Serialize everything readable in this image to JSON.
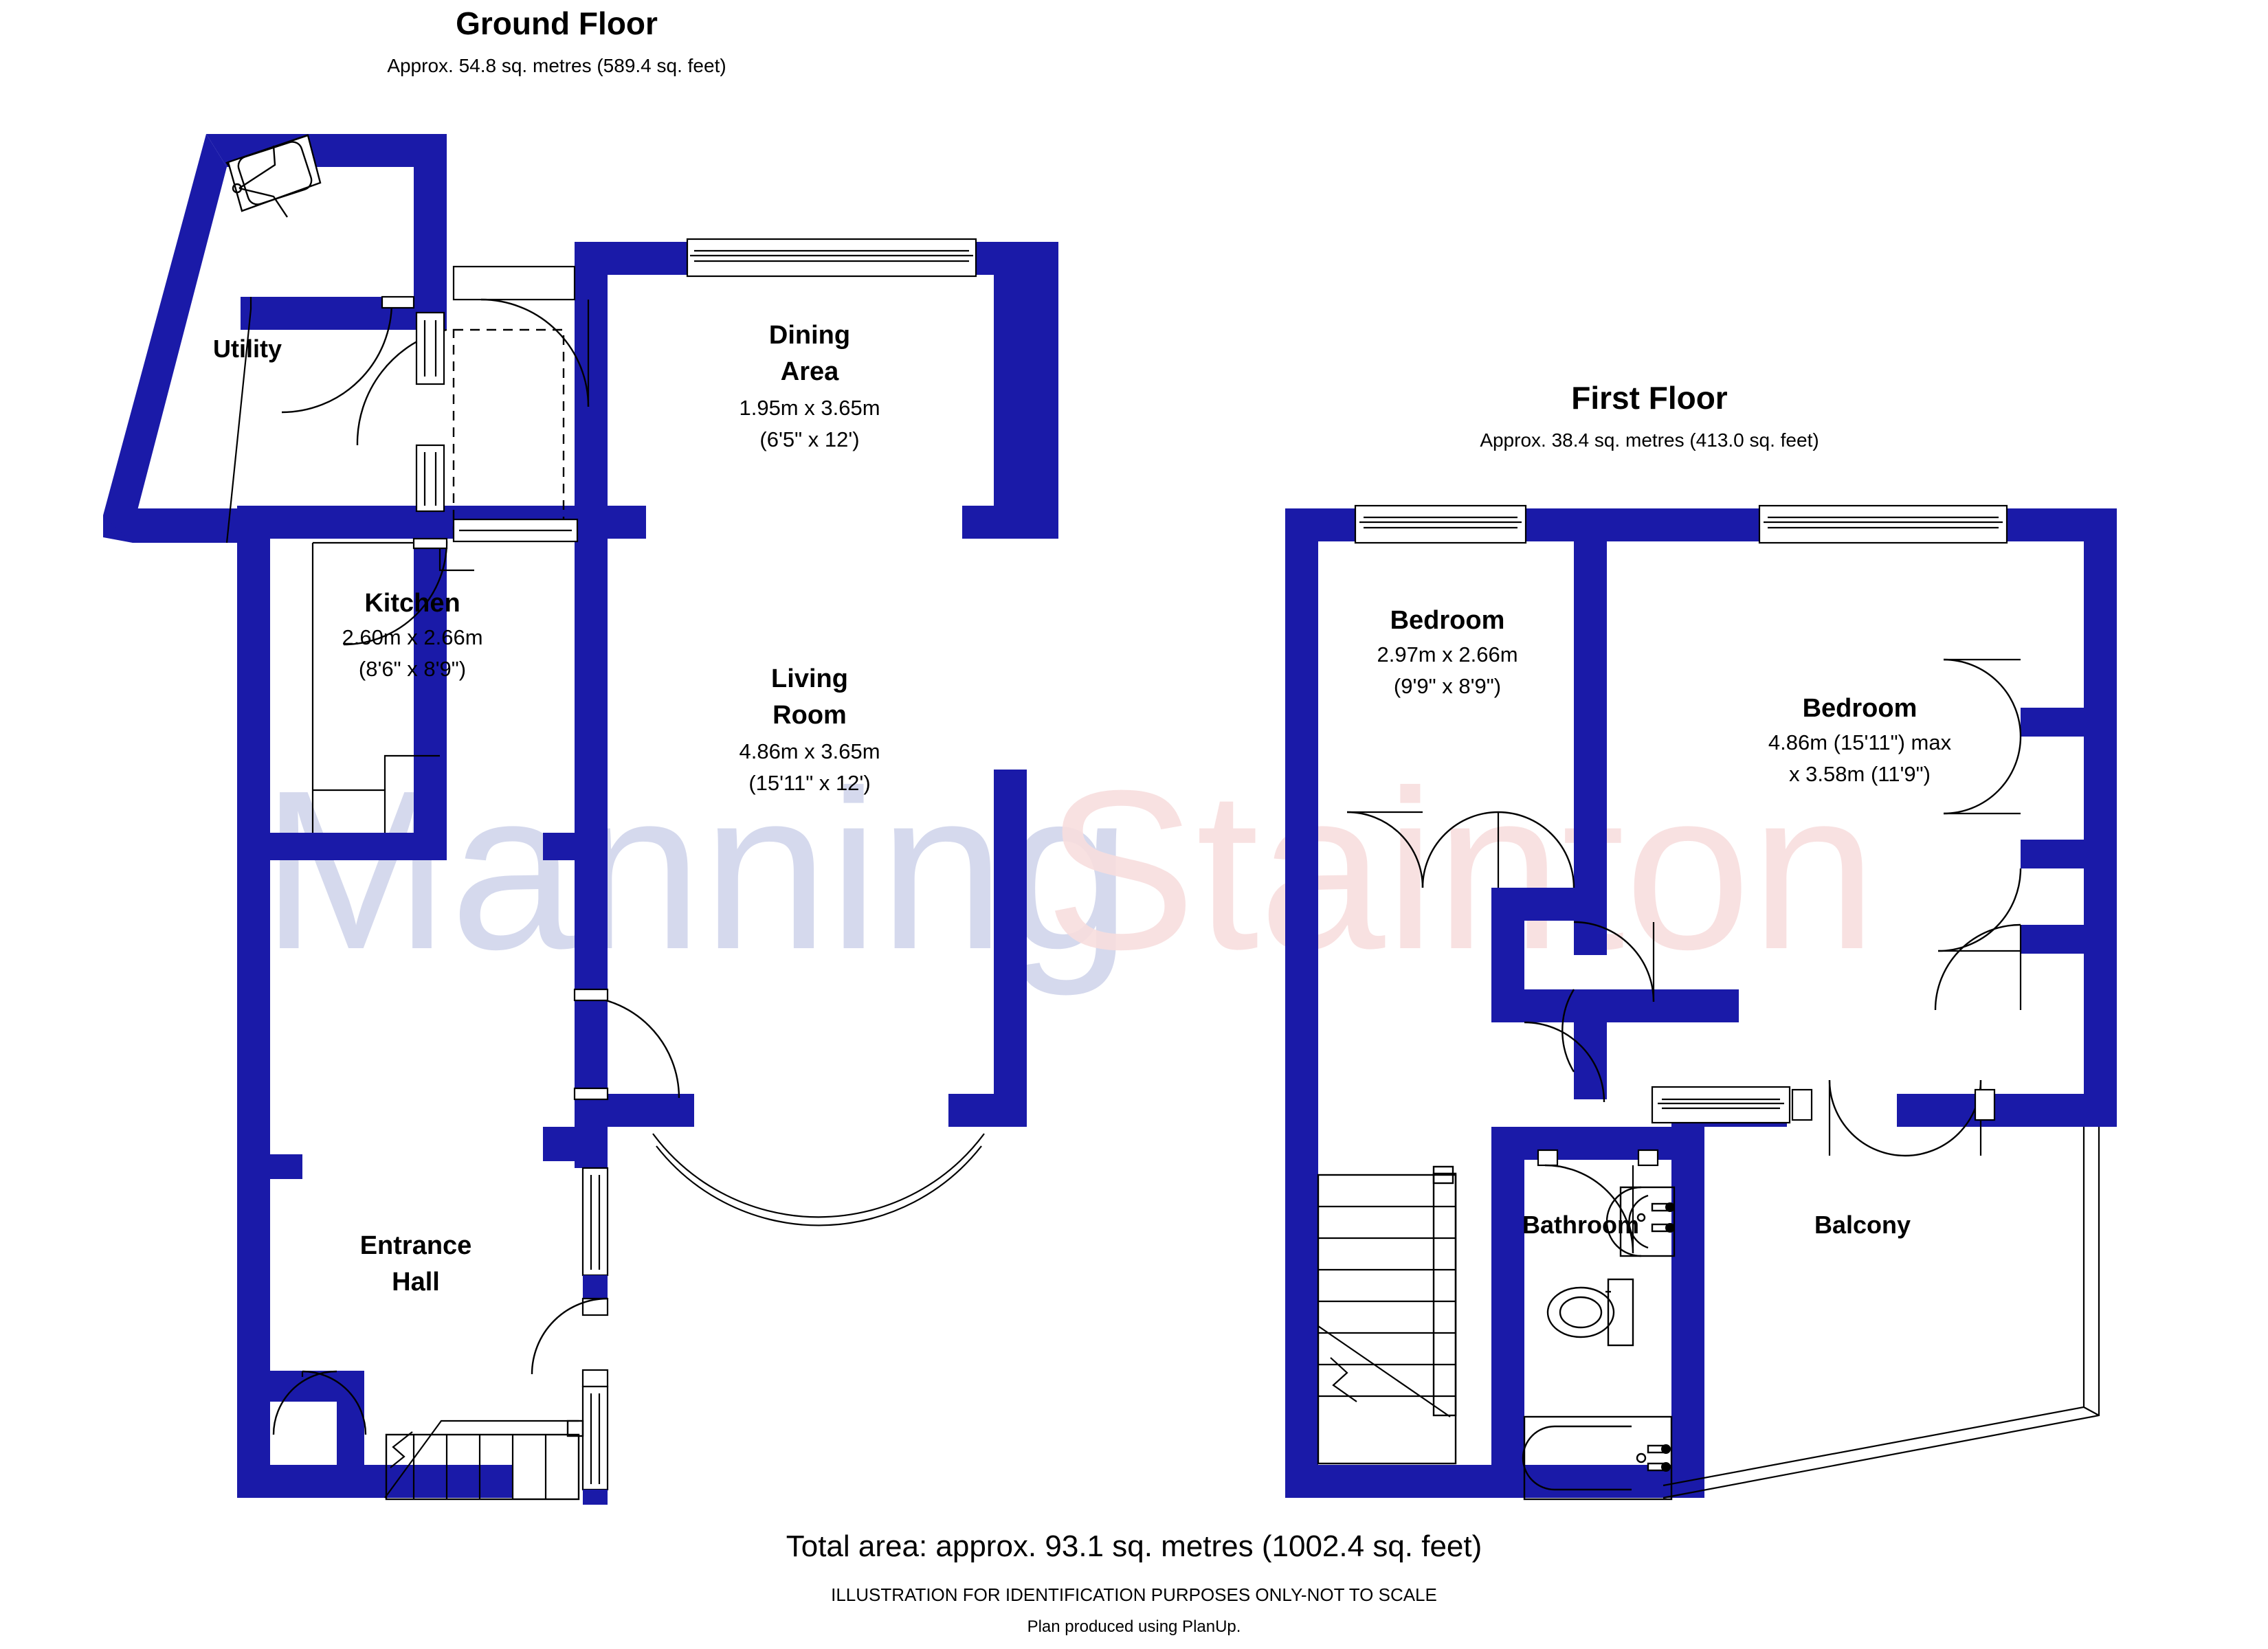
{
  "document": {
    "kind": "floor-plan",
    "watermark": {
      "part1": "Manning",
      "part2": "Stainton"
    }
  },
  "floors": [
    {
      "id": "ground",
      "title": "Ground Floor",
      "area_note": "Approx. 54.8 sq. metres (589.4 sq. feet)",
      "rooms": [
        {
          "name": "Utility",
          "dim_m": "",
          "dim_ft": ""
        },
        {
          "name": "Dining\nArea",
          "name_line1": "Dining",
          "name_line2": "Area",
          "dim_m": "1.95m x 3.65m",
          "dim_ft": "(6'5\" x 12')"
        },
        {
          "name": "Kitchen",
          "dim_m": "2.60m x 2.66m",
          "dim_ft": "(8'6\" x 8'9\")"
        },
        {
          "name": "Living Room",
          "name_line1": "Living",
          "name_line2": "Room",
          "dim_m": "4.86m x 3.65m",
          "dim_ft": "(15'11\" x 12')"
        },
        {
          "name": "Entrance Hall",
          "name_line1": "Entrance",
          "name_line2": "Hall",
          "dim_m": "",
          "dim_ft": ""
        }
      ]
    },
    {
      "id": "first",
      "title": "First Floor",
      "area_note": "Approx. 38.4 sq. metres (413.0 sq. feet)",
      "rooms": [
        {
          "name": "Bedroom",
          "dim_m": "2.97m x 2.66m",
          "dim_ft": "(9'9\" x 8'9\")"
        },
        {
          "name": "Bedroom",
          "dim_m": "4.86m (15'11\") max",
          "dim_ft": "x 3.58m (11'9\")"
        },
        {
          "name": "Bathroom",
          "dim_m": "",
          "dim_ft": ""
        },
        {
          "name": "Balcony",
          "dim_m": "",
          "dim_ft": ""
        }
      ]
    }
  ],
  "footer": {
    "total": "Total area: approx. 93.1 sq. metres (1002.4 sq. feet)",
    "disclaimer": "ILLUSTRATION FOR IDENTIFICATION PURPOSES ONLY-NOT TO SCALE",
    "producer": "Plan produced using PlanUp."
  },
  "colors": {
    "wall": "#1a1aa8",
    "text": "#000000",
    "watermark_blue": "#ced3ea",
    "watermark_pink": "#f8dede",
    "background": "#ffffff"
  }
}
